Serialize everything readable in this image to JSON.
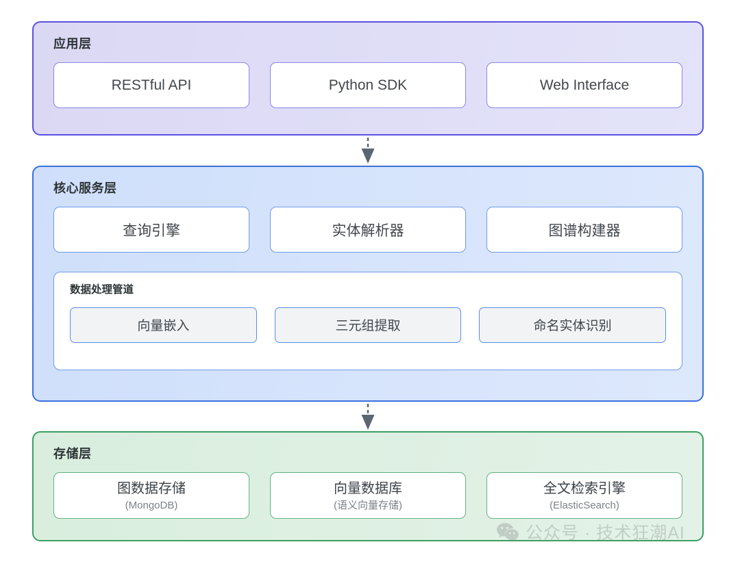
{
  "diagram": {
    "type": "layered-architecture",
    "layers": [
      {
        "id": "application",
        "title": "应用层",
        "fill": "#dbd8f4",
        "border": "#5a51e0",
        "cards": [
          {
            "label": "RESTful API"
          },
          {
            "label": "Python SDK"
          },
          {
            "label": "Web Interface"
          }
        ]
      },
      {
        "id": "core-service",
        "title": "核心服务层",
        "fill": "#cfdffb",
        "border": "#3b6fe0",
        "cards": [
          {
            "label": "查询引擎"
          },
          {
            "label": "实体解析器"
          },
          {
            "label": "图谱构建器"
          }
        ],
        "pipeline": {
          "title": "数据处理管道",
          "chips": [
            {
              "label": "向量嵌入"
            },
            {
              "label": "三元组提取"
            },
            {
              "label": "命名实体识别"
            }
          ]
        }
      },
      {
        "id": "storage",
        "title": "存储层",
        "fill": "#d9eede",
        "border": "#3c9e63",
        "cards": [
          {
            "label": "图数据存储",
            "sub": "(MongoDB)"
          },
          {
            "label": "向量数据库",
            "sub": "(语义向量存储)"
          },
          {
            "label": "全文检索引擎",
            "sub": "(ElasticSearch)"
          }
        ]
      }
    ],
    "connectors": [
      {
        "id": "app-to-core",
        "direction": "down",
        "style": "dashed-stem-solid-head",
        "color": "#5b6673"
      },
      {
        "id": "core-to-storage",
        "direction": "down",
        "style": "dashed-stem-solid-head",
        "color": "#5b6673"
      }
    ]
  },
  "watermark": {
    "icon": "wechat-icon",
    "text": "公众号 · 技术狂潮AI",
    "color": "#9aa3a0"
  }
}
